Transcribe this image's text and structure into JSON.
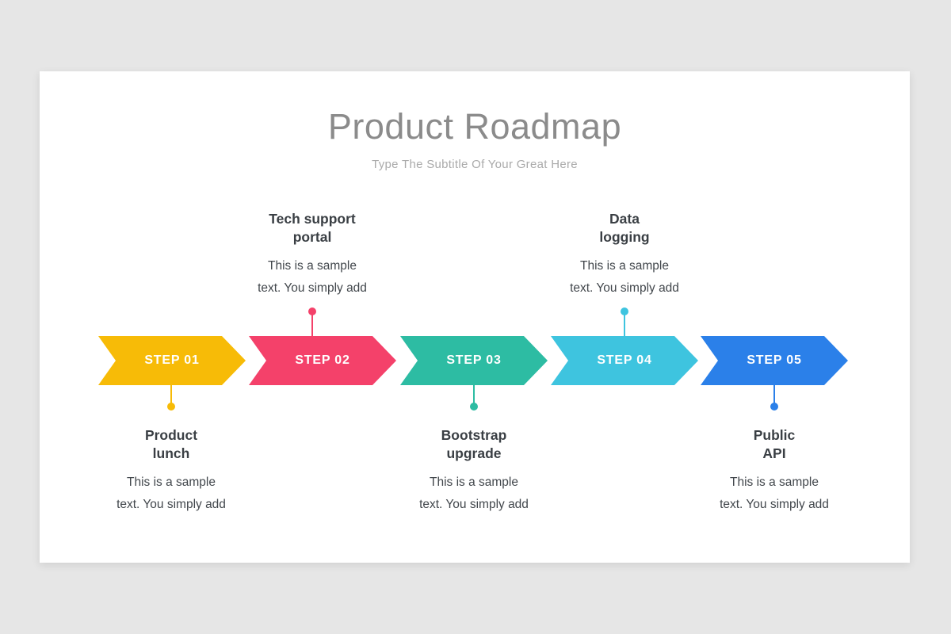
{
  "slide": {
    "title": "Product Roadmap",
    "subtitle": "Type The Subtitle Of Your Great Here",
    "background_color": "#E6E6E6",
    "card_color": "#FFFFFF",
    "title_color": "#8B8B8B",
    "subtitle_color": "#AAAAAA"
  },
  "steps": [
    {
      "label": "STEP 01",
      "color": "#F7BB07",
      "callout": {
        "position": "bottom",
        "title_lines": [
          "Product",
          "lunch"
        ],
        "body_lines": [
          "This is a sample",
          "text. You simply add"
        ]
      }
    },
    {
      "label": "STEP 02",
      "color": "#F4416A",
      "callout": {
        "position": "top",
        "title_lines": [
          "Tech support",
          "portal"
        ],
        "body_lines": [
          "This is a sample",
          "text. You simply add"
        ]
      }
    },
    {
      "label": "STEP 03",
      "color": "#2DBCA3",
      "callout": {
        "position": "bottom",
        "title_lines": [
          "Bootstrap",
          "upgrade"
        ],
        "body_lines": [
          "This is a sample",
          "text. You simply add"
        ]
      }
    },
    {
      "label": "STEP 04",
      "color": "#3EC4DF",
      "callout": {
        "position": "top",
        "title_lines": [
          "Data",
          "logging"
        ],
        "body_lines": [
          "This is a sample",
          "text. You simply add"
        ]
      }
    },
    {
      "label": "STEP 05",
      "color": "#2B80E9",
      "callout": {
        "position": "bottom",
        "title_lines": [
          "Public",
          "API"
        ],
        "body_lines": [
          "This is a sample",
          "text. You simply add"
        ]
      }
    }
  ]
}
